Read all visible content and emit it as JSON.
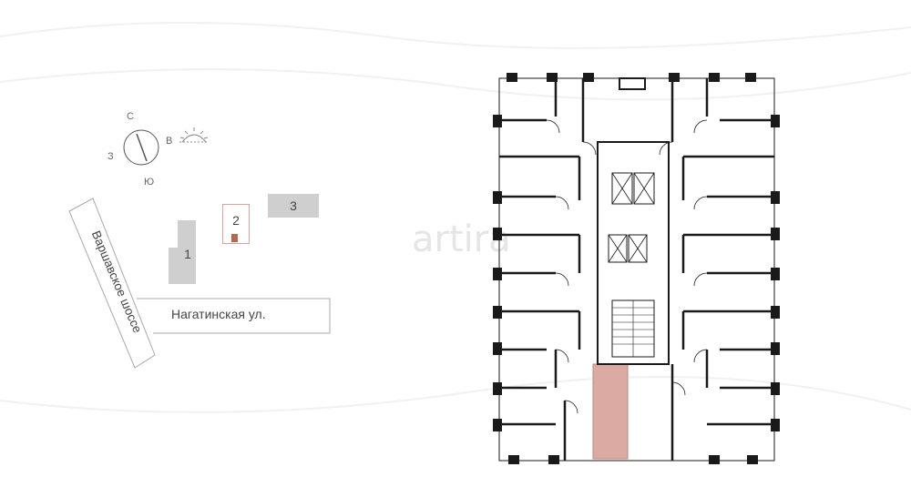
{
  "compass": {
    "north": "С",
    "south": "Ю",
    "east": "В",
    "west": "З"
  },
  "site_plan": {
    "buildings": [
      {
        "label": "1",
        "highlighted": false
      },
      {
        "label": "2",
        "highlighted": true
      },
      {
        "label": "3",
        "highlighted": false
      }
    ],
    "streets": [
      "Варшавское шоссе",
      "Нагатинская ул."
    ]
  },
  "watermark": "artira",
  "floor_plan": {
    "highlighted_unit_color": "#dbaaa2",
    "wall_color": "#1a1a1a"
  }
}
